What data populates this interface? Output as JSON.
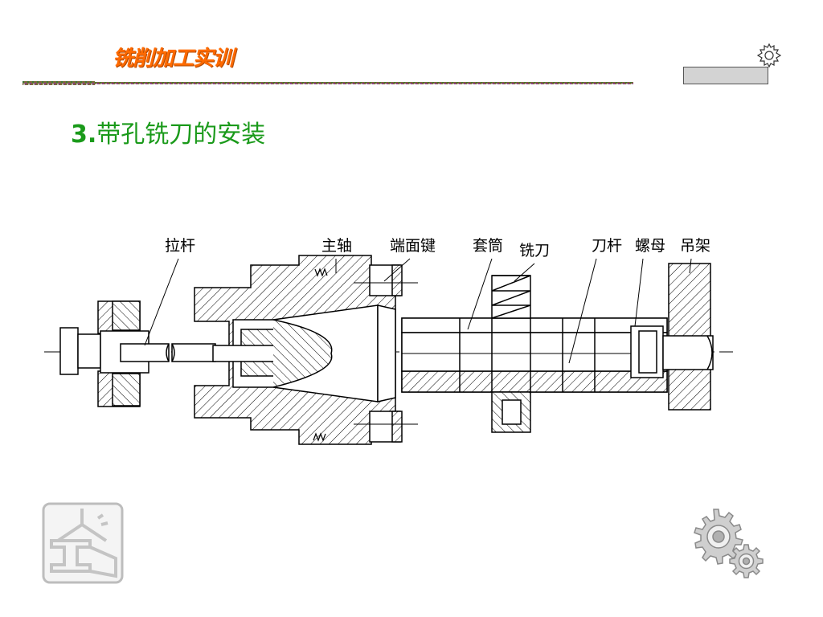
{
  "header": {
    "title": "铣削加工实训"
  },
  "slide": {
    "number": "3.",
    "title": "带孔铣刀的安装"
  },
  "diagram": {
    "labels": {
      "pull_rod": "拉杆",
      "spindle": "主轴",
      "end_key": "端面键",
      "sleeve": "套筒",
      "cutter": "铣刀",
      "arbor": "刀杆",
      "nut": "螺母",
      "hanger": "吊架"
    }
  },
  "icons": {
    "top_right": "gear-icon",
    "bottom_left": "steel-beam-crane-icon",
    "bottom_right": "gears-icon"
  },
  "colors": {
    "header": "#ff6a00",
    "title": "#1a9a1a",
    "box": "#d3d3d3"
  }
}
